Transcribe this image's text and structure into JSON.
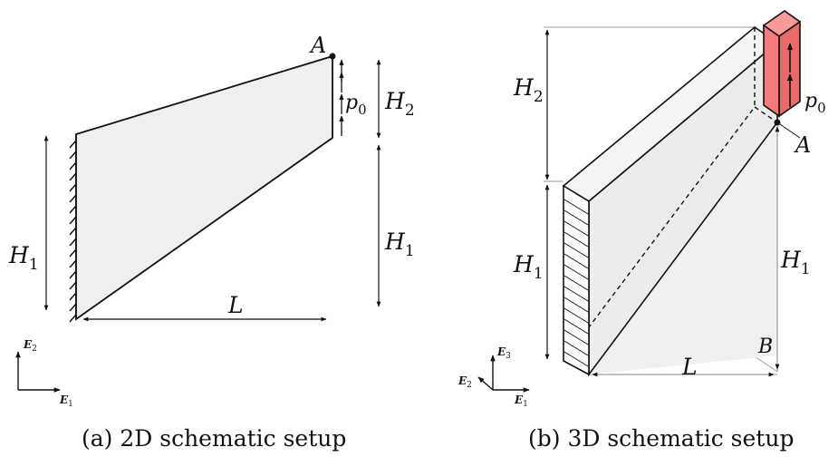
{
  "panel_2d": {
    "caption": "(a) 2D schematic setup",
    "point_label": "A",
    "load_label": "p",
    "load_sub": "0",
    "h2_label": "H",
    "h2_sub": "2",
    "h1_right_label": "H",
    "h1_right_sub": "1",
    "h1_left_label": "H",
    "h1_left_sub": "1",
    "length_label": "L",
    "axis_e2": "E",
    "axis_e2_sub": "2",
    "axis_e1": "E",
    "axis_e1_sub": "1"
  },
  "panel_3d": {
    "caption": "(b) 3D schematic setup",
    "point_label": "A",
    "load_label": "p",
    "load_sub": "0",
    "h2_label": "H",
    "h2_sub": "2",
    "h1_left_label": "H",
    "h1_left_sub": "1",
    "h1_right_label": "H",
    "h1_right_sub": "1",
    "length_label": "L",
    "width_label": "B",
    "axis_e3": "E",
    "axis_e3_sub": "3",
    "axis_e2": "E",
    "axis_e2_sub": "2",
    "axis_e1": "E",
    "axis_e1_sub": "1"
  },
  "colors": {
    "body_fill": "#efefef",
    "load_fill": "#f47b7b",
    "stroke": "#111111",
    "dim_line": "#9a9a9a"
  }
}
